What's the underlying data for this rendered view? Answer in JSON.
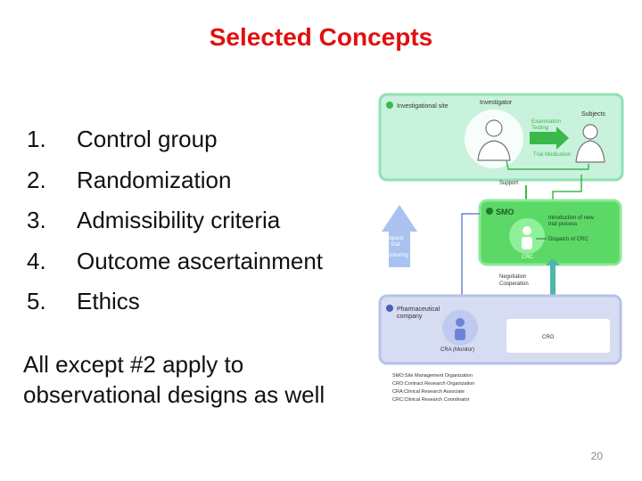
{
  "slide": {
    "title": "Selected Concepts",
    "concepts": [
      {
        "num": "1.",
        "label": "Control group"
      },
      {
        "num": "2.",
        "label": "Randomization"
      },
      {
        "num": "3.",
        "label": "Admissibility criteria"
      },
      {
        "num": "4.",
        "label": "Outcome ascertainment"
      },
      {
        "num": "5.",
        "label": "Ethics"
      }
    ],
    "note": "All except #2 apply to observational designs as well",
    "page_number": "20"
  },
  "diagram": {
    "site_label": "Investigational site",
    "investigator": "Investigator",
    "subjects": "Subjects",
    "examination": "Examination",
    "testing": "Testing",
    "trial_medication": "Trial Medication",
    "support": "Support",
    "smo": "SMO",
    "intro_line1": "Introduction of new",
    "intro_line2": "trial process",
    "dispatch": "Dispatch of CRC",
    "crc": "CRC",
    "request_line1": "Request",
    "request_line2": "for trial",
    "monitoring": "Monitoring",
    "negotiation": "Negotiation",
    "cooperation": "Cooperation",
    "pharma_line1": "Pharmaceutical",
    "pharma_line2": "company",
    "cra": "CRA (Monitor)",
    "cro": "CRO",
    "legend": [
      "SMO:Site Management Organization",
      "CRO:Contract Research Organization",
      "CRA:Clinical Research Associate",
      "CRC:Clinical Research Coordinator"
    ],
    "colors": {
      "site_fill": "#c8f2dc",
      "smo_fill": "#5cd866",
      "pharma_fill": "#d6dcf2",
      "accent_green": "#3cb84a",
      "accent_blue": "#6c84d6"
    }
  }
}
